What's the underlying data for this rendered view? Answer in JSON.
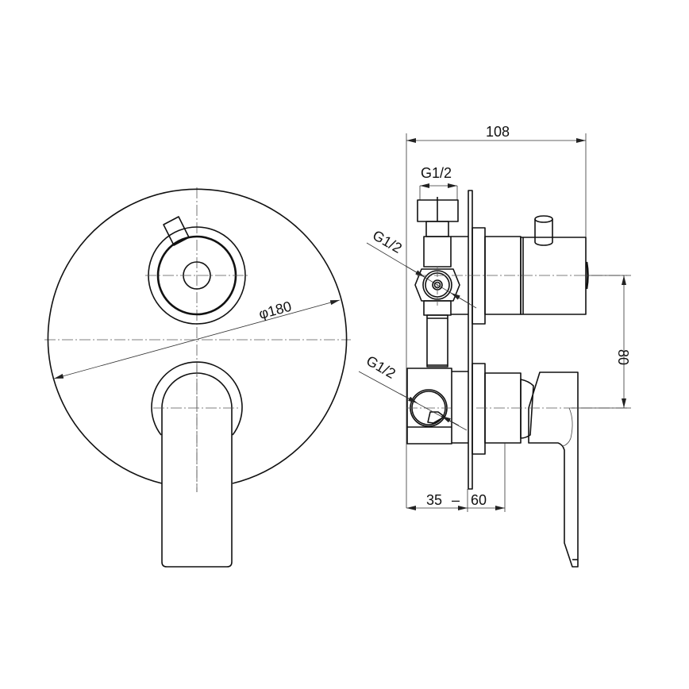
{
  "drawing": {
    "background": "#ffffff",
    "line_color": "#111111",
    "front_view": {
      "diameter_label": "φ180",
      "components": [
        "cover-plate",
        "diverter-knob",
        "lever-handle"
      ]
    },
    "side_view": {
      "components": [
        "wall-plate",
        "upper-valve-body",
        "lower-valve-body",
        "connector-pipe",
        "diverter-knob",
        "lever-handle"
      ],
      "dimensions": {
        "overall_depth": "108",
        "top_inlet": "G1/2",
        "upper_side_inlet": "G1/2",
        "lower_side_inlet": "G1/2",
        "center_distance": "80",
        "install_depth_min": "35",
        "install_depth_separator": "–",
        "install_depth_max": "60"
      }
    }
  }
}
